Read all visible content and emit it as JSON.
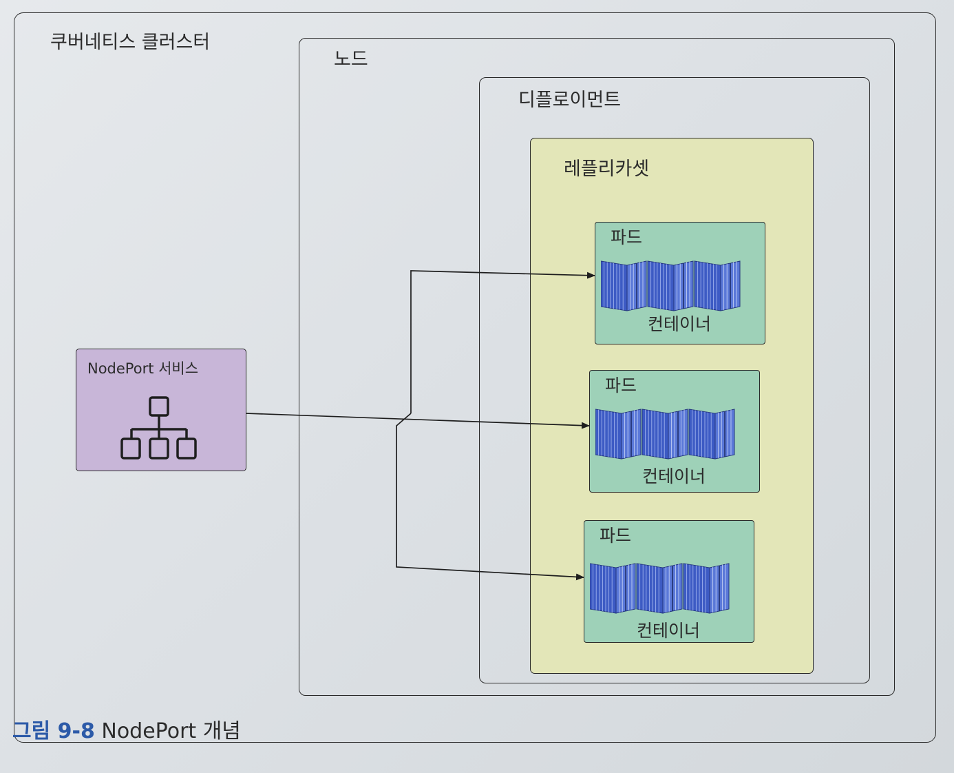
{
  "cluster": {
    "label": "쿠버네티스 클러스터"
  },
  "node": {
    "label": "노드"
  },
  "deployment": {
    "label": "디플로이먼트"
  },
  "replicaset": {
    "label": "레플리카셋"
  },
  "pods": [
    {
      "label": "파드",
      "container_label": "컨테이너"
    },
    {
      "label": "파드",
      "container_label": "컨테이너"
    },
    {
      "label": "파드",
      "container_label": "컨테이너"
    }
  ],
  "service": {
    "label": "NodePort 서비스",
    "icon": "network-hierarchy-icon"
  },
  "caption": {
    "number": "그림 9-8",
    "title": "NodePort 개념"
  },
  "colors": {
    "service_fill": "#c8b6d8",
    "replicaset_fill": "#e3e6b8",
    "pod_fill": "#9ed1b8",
    "container_fill": "#3d5bc4",
    "caption_number": "#2c5aa8"
  }
}
